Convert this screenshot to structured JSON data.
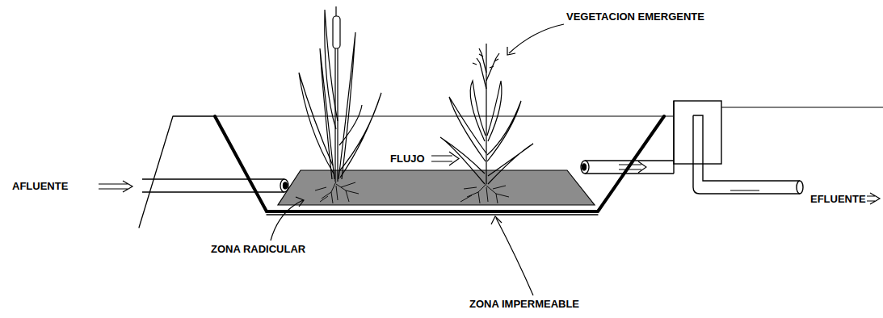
{
  "diagram": {
    "labels": [
      "AFLUENTE",
      "FLUJO",
      "VEGETACION EMERGENTE",
      "ZONA RADICULAR",
      "ZONA IMPERMEABLE",
      "EFLUENTE"
    ]
  }
}
